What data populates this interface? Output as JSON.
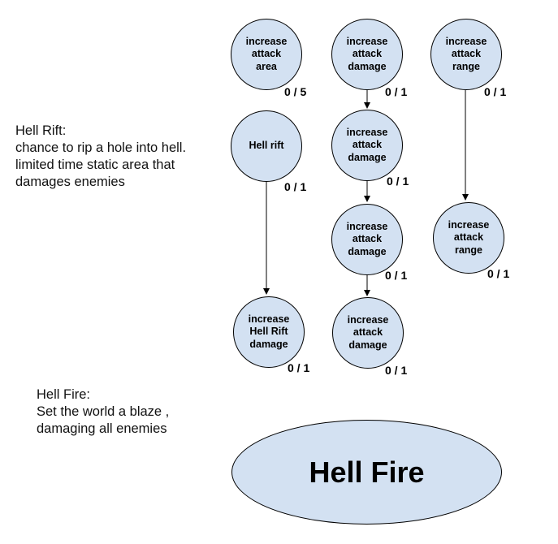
{
  "descriptions": {
    "hell_rift": {
      "title": "Hell Rift:",
      "lines": [
        "chance to rip a hole into hell.",
        "limited time static area that",
        "damages enemies"
      ]
    },
    "hell_fire": {
      "title": "Hell Fire:",
      "lines": [
        "Set the world a blaze ,",
        "damaging all enemies"
      ]
    }
  },
  "nodes": {
    "area": {
      "label": "increase\nattack\narea",
      "count": "0 / 5"
    },
    "damage_1": {
      "label": "increase\nattack\ndamage",
      "count": "0 / 1"
    },
    "range_1": {
      "label": "increase\nattack\nrange",
      "count": "0 / 1"
    },
    "hell_rift": {
      "label": "Hell rift",
      "count": "0 / 1"
    },
    "damage_2": {
      "label": "increase\nattack\ndamage",
      "count": "0 / 1"
    },
    "damage_3": {
      "label": "increase\nattack\ndamage",
      "count": "0 / 1"
    },
    "range_2": {
      "label": "increase\nattack\nrange",
      "count": "0 / 1"
    },
    "rift_damage": {
      "label": "increase\nHell Rift\ndamage",
      "count": "0 / 1"
    },
    "damage_4": {
      "label": "increase\nattack\ndamage",
      "count": "0 / 1"
    }
  },
  "ultimate": {
    "label": "Hell Fire"
  },
  "colors": {
    "node_fill": "#d3e1f2",
    "stroke": "#000000",
    "background": "#ffffff"
  }
}
